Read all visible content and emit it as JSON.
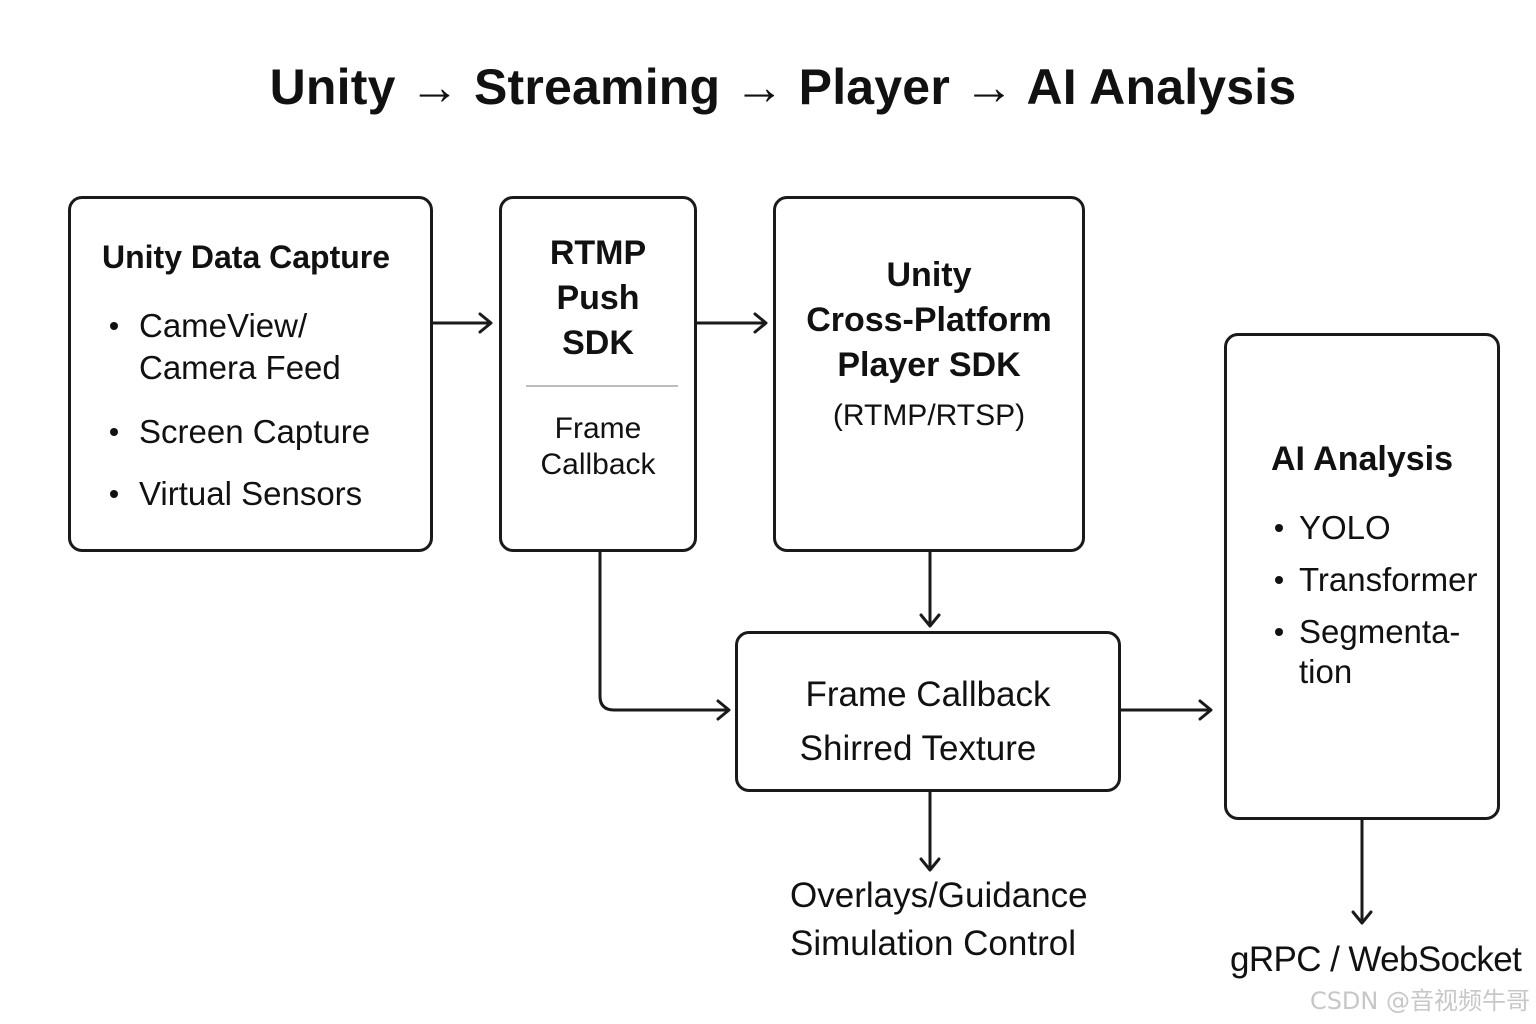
{
  "title": "Unity → Streaming → Player → AI Analysis",
  "capture": {
    "title": "Unity Data Capture",
    "items": [
      {
        "line1": "CameView/",
        "line2": "Camera Feed"
      },
      {
        "line1": "Screen Capture",
        "line2": ""
      },
      {
        "line1": "Virtual Sensors",
        "line2": ""
      }
    ]
  },
  "push": {
    "title_lines": [
      "RTMP",
      "Push",
      "SDK"
    ],
    "sub_lines": [
      "Frame",
      "Callback"
    ]
  },
  "player": {
    "title_lines": [
      "Unity",
      "Cross-Platform",
      "Player SDK"
    ],
    "sub": "(RTMP/RTSP)"
  },
  "callback": {
    "lines": [
      "Frame Callback",
      "Shirred Texture"
    ]
  },
  "ai": {
    "title": "AI Analysis",
    "items": [
      {
        "line1": "YOLO",
        "line2": ""
      },
      {
        "line1": "Transformer",
        "line2": ""
      },
      {
        "line1": "Segmenta-",
        "line2": "tion"
      }
    ]
  },
  "outputs": {
    "overlay_lines": [
      "Overlays/Guidance",
      "Simulation Control"
    ],
    "grpc": "gRPC / WebSocket"
  },
  "watermark": "CSDN @音视频牛哥",
  "colors": {
    "stroke": "#1a1a1a",
    "text": "#111111",
    "divider": "#bdbdbd",
    "watermark": "#c7c7c7"
  }
}
